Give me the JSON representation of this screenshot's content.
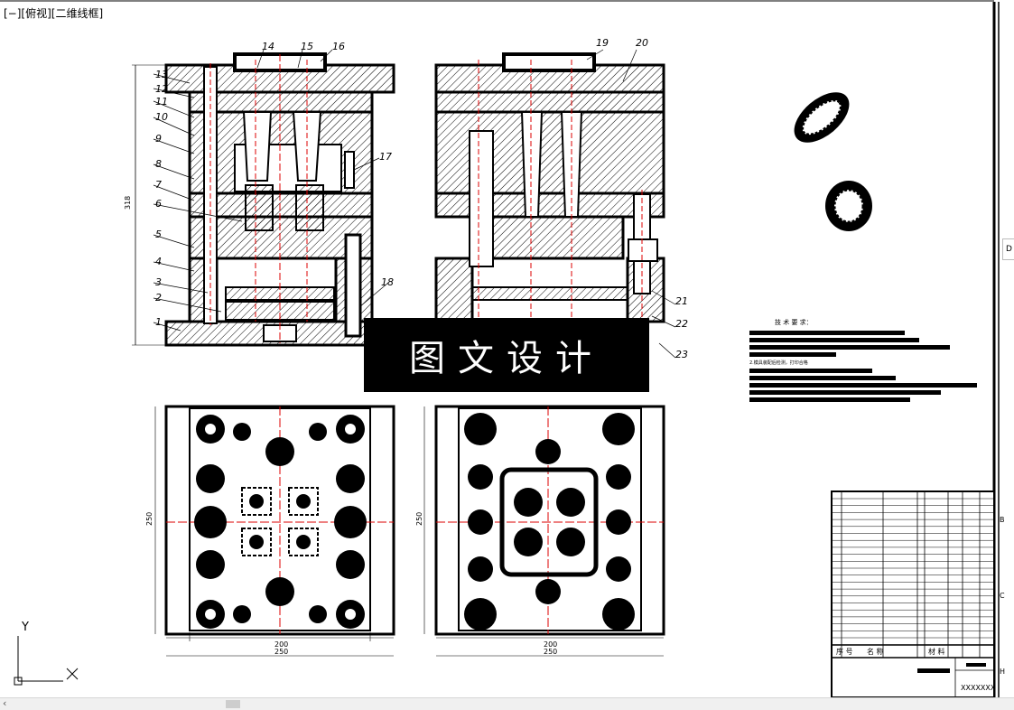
{
  "viewport": {
    "label": "[−][俯视][二维线框]"
  },
  "watermark": {
    "text": "图文设计"
  },
  "balloons_left": [
    "1",
    "2",
    "3",
    "4",
    "5",
    "6",
    "7",
    "8",
    "9",
    "10",
    "11",
    "12",
    "13",
    "14",
    "15",
    "16",
    "17",
    "18"
  ],
  "balloons_right": [
    "19",
    "20",
    "21",
    "22",
    "23"
  ],
  "dimensions": {
    "overall_height": "318",
    "plate_width_inner": "200",
    "plate_width_outer": "250",
    "plate_height": "250"
  },
  "tech_requirements": {
    "title": "技 术 要 求：",
    "note": "2.模具装配后检测，打印合格"
  },
  "title_block": {
    "header_no": "序 号",
    "header_name": "名 称",
    "header_material": "材 料",
    "drawing_no": "XXXXXXX"
  },
  "axis": {
    "y": "Y"
  },
  "ruler_marks": {
    "b": "B",
    "c": "C",
    "h": "H"
  },
  "side_tab": "D"
}
